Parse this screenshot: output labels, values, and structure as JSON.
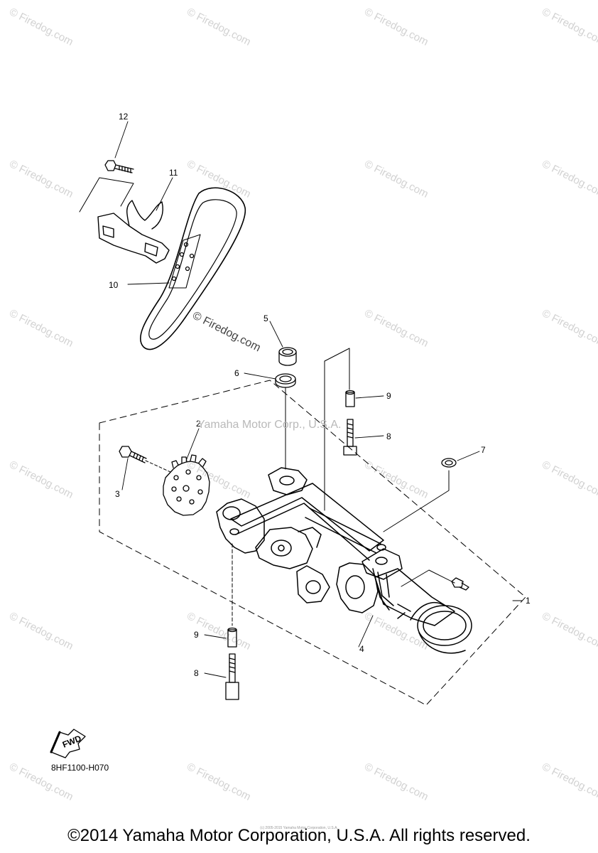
{
  "diagram": {
    "callouts": [
      "1",
      "2",
      "3",
      "4",
      "5",
      "6",
      "7",
      "8",
      "8",
      "9",
      "9",
      "10",
      "11",
      "12"
    ],
    "fwd_label": "FWD",
    "code": "8HF1100-H070",
    "center_watermark": "Yamaha Motor Corp., U.S.A.",
    "firedog_watermark": "© Firedog.com",
    "tile_watermark": "© Firedog.com"
  },
  "footer": {
    "copyright": "©2014 Yamaha Motor Corporation, U.S.A. All rights reserved.",
    "small_print": "(c) 2005-2015 Yamaha Motor Corporation, U.S.A."
  }
}
